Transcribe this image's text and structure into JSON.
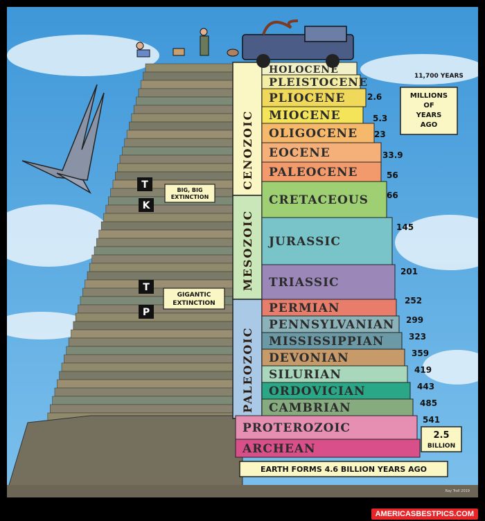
{
  "eras": {
    "cenozoic": "CENOZOIC",
    "mesozoic": "MESOZOIC",
    "paleozoic": "PALEOZOIC"
  },
  "periods": [
    {
      "name": "HOLOCENE",
      "color": "#f2f0c6"
    },
    {
      "name": "PLEISTOCENE",
      "color": "#f4eea4"
    },
    {
      "name": "PLIOCENE",
      "color": "#f0d85a"
    },
    {
      "name": "MIOCENE",
      "color": "#f4e45a"
    },
    {
      "name": "OLIGOCENE",
      "color": "#f6b86a"
    },
    {
      "name": "EOCENE",
      "color": "#f5b07a"
    },
    {
      "name": "PALEOCENE",
      "color": "#f39a6c"
    },
    {
      "name": "CRETACEOUS",
      "color": "#9ecf72"
    },
    {
      "name": "JURASSIC",
      "color": "#78c4c8"
    },
    {
      "name": "TRIASSIC",
      "color": "#9c87b9"
    },
    {
      "name": "PERMIAN",
      "color": "#e77d6a"
    },
    {
      "name": "PENNSYLVANIAN",
      "color": "#8ab2b8"
    },
    {
      "name": "MISSISSIPPIAN",
      "color": "#6b9aa6"
    },
    {
      "name": "DEVONIAN",
      "color": "#c79a6a"
    },
    {
      "name": "SILURIAN",
      "color": "#a9d7bc"
    },
    {
      "name": "ORDOVICIAN",
      "color": "#2aa787"
    },
    {
      "name": "CAMBRIAN",
      "color": "#86ab7e"
    },
    {
      "name": "PROTEROZOIC",
      "color": "#e78fb2"
    },
    {
      "name": "ARCHEAN",
      "color": "#d94f8a"
    }
  ],
  "ages": [
    "11,700 YEARS",
    "2.6",
    "5.3",
    "23",
    "33.9",
    "56",
    "66",
    "145",
    "201",
    "252",
    "299",
    "323",
    "359",
    "419",
    "443",
    "485",
    "541"
  ],
  "callouts": {
    "millions": [
      "MILLIONS",
      "OF",
      "YEARS",
      "AGO"
    ],
    "billion_value": "2.5",
    "billion_unit": "BILLION",
    "earth_forms": "EARTH FORMS 4.6 BILLION YEARS AGO",
    "big_extinction": [
      "BIG, BIG",
      "EXTINCTION"
    ],
    "gigantic_extinction": [
      "GIGANTIC",
      "EXTINCTION"
    ]
  },
  "badges": {
    "t1": "T",
    "k": "K",
    "t2": "T",
    "p": "P"
  },
  "signature": "Ray Troll 2019",
  "brand": "AMERICASBESTPICS.COM",
  "colors": {
    "sky": "#5aa8e0",
    "rock": "#8a8468",
    "era_box": "#fbf7c4",
    "frame": "#000000"
  }
}
